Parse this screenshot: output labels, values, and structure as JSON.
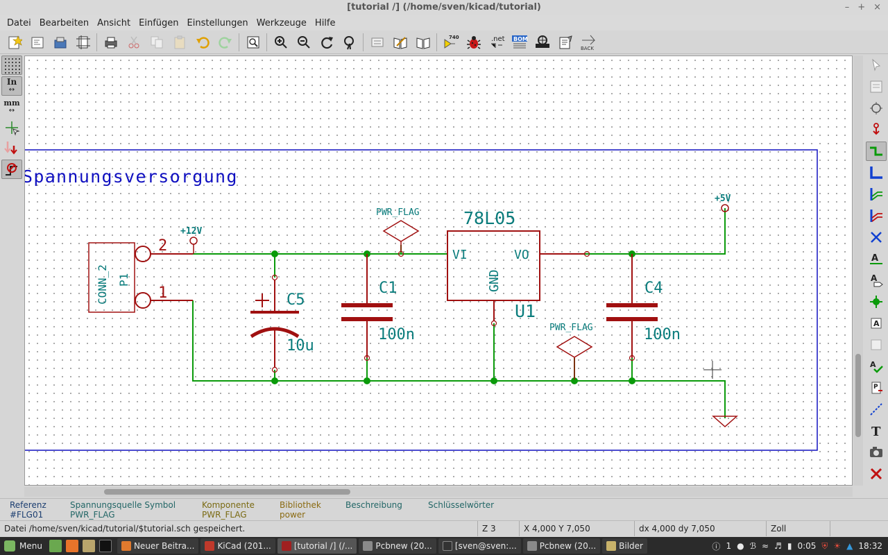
{
  "window": {
    "title": "[tutorial /] (/home/sven/kicad/tutorial)",
    "controls": [
      "–",
      "+",
      "×"
    ]
  },
  "menu": [
    "Datei",
    "Bearbeiten",
    "Ansicht",
    "Einfügen",
    "Einstellungen",
    "Werkzeuge",
    "Hilfe"
  ],
  "toolbar": {
    "icons": [
      "new-schematic-icon",
      "open-icon",
      "save-icon",
      "page-settings-icon",
      "print-icon",
      "cut-icon",
      "copy-icon",
      "paste-icon",
      "undo-icon",
      "redo-icon",
      "find-icon",
      "zoom-in-icon",
      "zoom-out-icon",
      "redraw-icon",
      "zoom-fit-icon",
      "hierarchy-icon",
      "library-editor-icon",
      "library-browser-icon",
      "annotate-icon",
      "erc-icon",
      "netlist-icon",
      "bom-icon",
      "cvpcb-icon",
      "pcbnew-icon",
      "back-icon"
    ],
    "annotate_label": "7402",
    "netlist_label": ".net",
    "bom_label": "BOM",
    "back_label": "BACK"
  },
  "left_tools": {
    "units_in": "In",
    "units_mm": "mm"
  },
  "schematic": {
    "sheet_title": "Spannungsversorgung",
    "connector": {
      "value": "CONN_2",
      "ref": "P1",
      "pin2": "2",
      "pin1": "1"
    },
    "power_12v": "+12V",
    "power_5v": "+5V",
    "pwr_flag_1": "PWR_FLAG",
    "pwr_flag_2": "PWR_FLAG",
    "regulator": {
      "value": "78L05",
      "ref": "U1",
      "pin_vi": "VI",
      "pin_vo": "VO",
      "pin_gnd": "GND"
    },
    "c5": {
      "ref": "C5",
      "value": "10u"
    },
    "c1": {
      "ref": "C1",
      "value": "100n"
    },
    "c4": {
      "ref": "C4",
      "value": "100n"
    }
  },
  "infobar": {
    "reference": {
      "label": "Referenz",
      "value": "#FLG01"
    },
    "source": {
      "label": "Spannungsquelle Symbol",
      "value": "PWR_FLAG"
    },
    "component": {
      "label": "Komponente",
      "value": "PWR_FLAG"
    },
    "library": {
      "label": "Bibliothek",
      "value": "power"
    },
    "description": {
      "label": "Beschreibung",
      "value": ""
    },
    "keywords": {
      "label": "Schlüsselwörter",
      "value": ""
    }
  },
  "status": {
    "message": "Datei /home/sven/kicad/tutorial/$tutorial.sch gespeichert.",
    "zoom": "Z 3",
    "abs_coords": "X 4,000  Y 7,050",
    "rel_coords": "dx 4,000  dy 7,050",
    "units": "Zoll"
  },
  "taskbar": {
    "menu_label": "Menu",
    "windows": [
      {
        "label": "Neuer Beitra...",
        "color": "#e07a2e"
      },
      {
        "label": "KiCad (201...",
        "color": "#c0392b"
      },
      {
        "label": "[tutorial /] (/...",
        "color": "#a02020",
        "active": true
      },
      {
        "label": "Pcbnew (20...",
        "color": "#8a8a8a"
      },
      {
        "label": "[sven@sven:...",
        "color": "#333333"
      },
      {
        "label": "Pcbnew (20...",
        "color": "#8a8a8a"
      },
      {
        "label": "Bilder",
        "color": "#c9b36a"
      }
    ],
    "tray_count": "1",
    "battery_time": "0:05",
    "clock": "18:32"
  },
  "colors": {
    "wire": "#0a9a0a",
    "component": "#a01010",
    "label": "#0a7c7c",
    "sheet_border": "#1010c0"
  }
}
